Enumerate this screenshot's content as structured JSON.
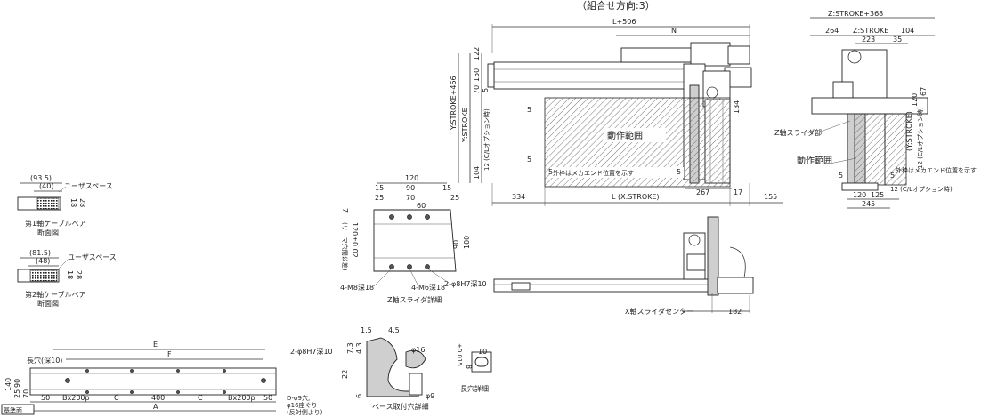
{
  "title": "（組合せ方向:3）",
  "front_view": {
    "dims": {
      "total_length": "L+506",
      "n": "N",
      "left_offset": "334",
      "x_stroke": "L (X:STROKE)",
      "right_267": "267",
      "right_17": "17",
      "right_155": "155",
      "v_122": "122",
      "v_150": "150",
      "v_70": "70",
      "v_5a": "5",
      "v_5b": "5",
      "v_5c": "5",
      "v_5d": "5",
      "v_5e": "5",
      "v_104": "104",
      "v_134": "134",
      "y_stroke_466": "Y:STROKE+466",
      "y_stroke": "Y:STROKE",
      "v_12": "12 (C/Lオプション時)"
    },
    "area_label": "動作範囲",
    "note": "外枠はメカエンド位置を示す"
  },
  "side_view": {
    "dims": {
      "z_stroke_368": "Z:STROKE+368",
      "z_stroke": "Z:STROKE",
      "d_264": "264",
      "d_104": "104",
      "d_223": "223",
      "d_35": "35",
      "d_67": "67",
      "d_120v": "120",
      "d_5a": "5",
      "d_5b": "5",
      "d_120": "120",
      "d_125": "125",
      "d_245": "245",
      "y_stroke": "(Y:STROKE)",
      "v_12": "12 (C/Lオプション時)",
      "h_12": "12 (C/Lオプション時)"
    },
    "z_slider": "Z軸スライダ部",
    "area_label": "動作範囲",
    "note": "外枠はメカエンド位置を示す"
  },
  "z_slider_detail": {
    "dims": {
      "d_120": "120",
      "d_15a": "15",
      "d_90": "90",
      "d_15b": "15",
      "d_25a": "25",
      "d_70": "70",
      "d_25b": "25",
      "d_60": "60",
      "d_7": "7",
      "d_reamer": "(リーマ穴間公差)",
      "d_120tol": "120±0.02",
      "d_90v": "90",
      "d_100": "100"
    },
    "holes": [
      "4-M8深18",
      "4-M6深18",
      "2-φ8H7深10"
    ],
    "caption": "Z軸スライダ詳細"
  },
  "bottom_front": {
    "x_slider_center": "X軸スライダセンター",
    "d_182": "182"
  },
  "cable_bare_1": {
    "dims": {
      "outer": "(93.5)",
      "inner": "(40)",
      "h_18": "18",
      "h_28": "28"
    },
    "user_space": "ユーザスペース",
    "caption_1": "第1軸ケーブルベア",
    "caption_2": "断面図"
  },
  "cable_bare_2": {
    "dims": {
      "outer": "(81.5)",
      "inner": "(48)",
      "h_18": "18",
      "h_28": "28"
    },
    "user_space": "ユーザスペース",
    "caption_1": "第2軸ケーブルベア",
    "caption_2": "断面図"
  },
  "base_plan": {
    "dims": {
      "e": "E",
      "f": "F",
      "long_hole": "長穴(深10)",
      "pin": "2-φ8H7深10",
      "h_140": "140",
      "h_90": "90",
      "h_25": "25",
      "h_70": "70",
      "b_50a": "50",
      "b_bx1": "Bx200p",
      "b_c1": "C",
      "b_400": "400",
      "b_c2": "C",
      "b_bx2": "Bx200p",
      "b_50b": "50",
      "b_a": "A",
      "holes_1": "D-φ9穴,",
      "holes_2": "φ16座ぐり",
      "holes_3": "(反対側より)",
      "datum": "基準面"
    }
  },
  "base_mount_detail": {
    "dims": {
      "d_1_5": "1.5",
      "d_4_5": "4.5",
      "d_7_3": "7.3",
      "d_4_3": "4.3",
      "d_22": "22",
      "d_6": "6",
      "d_phi16": "φ16",
      "d_phi9": "φ9"
    },
    "caption": "ベース取付穴詳細"
  },
  "long_hole_detail": {
    "dims": {
      "d_10": "10",
      "d_8": "8",
      "tol": "+0.015"
    },
    "caption": "長穴詳細"
  }
}
